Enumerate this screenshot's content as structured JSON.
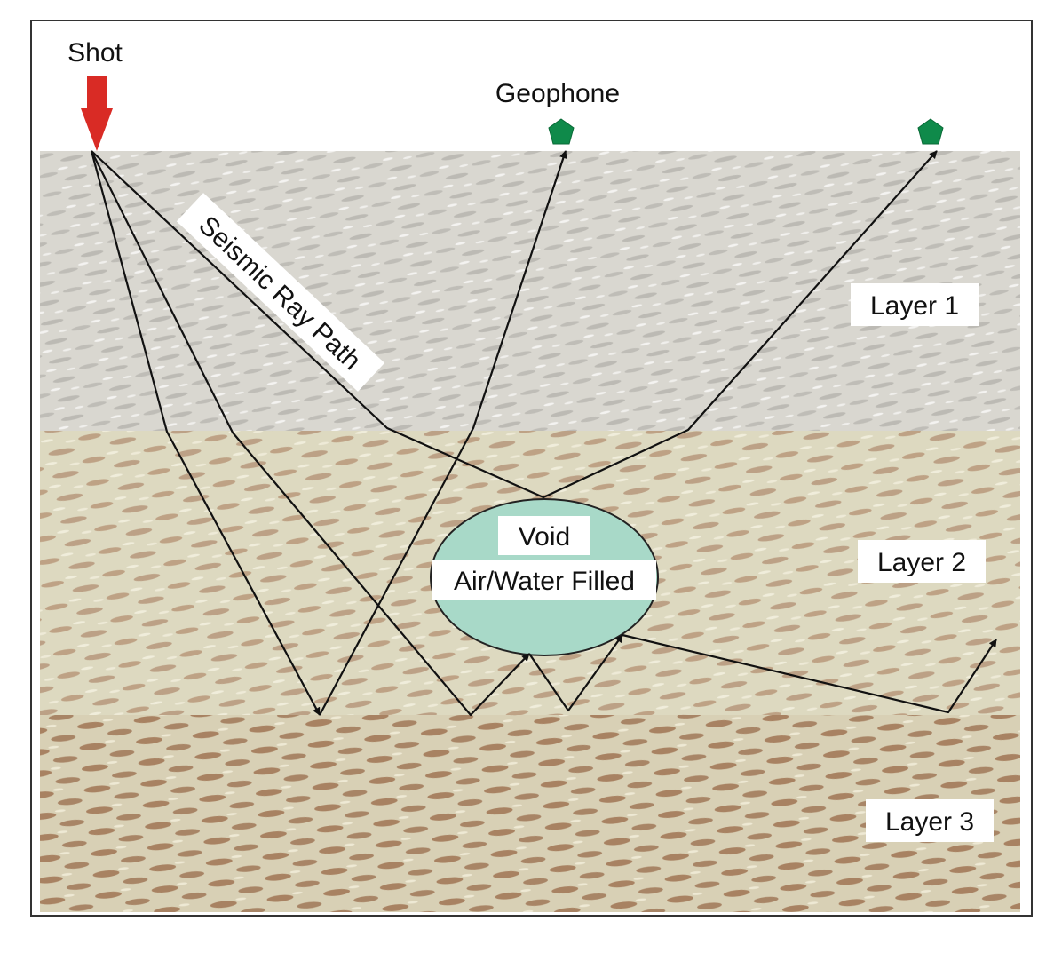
{
  "labels": {
    "shot": "Shot",
    "geophone": "Geophone",
    "ray_path": "Seismic Ray Path",
    "void_line1": "Void",
    "void_line2": "Air/Water Filled",
    "layer1": "Layer 1",
    "layer2": "Layer 2",
    "layer3": "Layer 3"
  },
  "colors": {
    "shot_arrow": "#d92b25",
    "geophone": "#0f8a4a",
    "void_fill": "#a8d9c8",
    "layer1": "#d8d6cf",
    "layer2": "#ddd8bf",
    "layer3": "#d9d2b8",
    "mottle": "#9a6a4e",
    "ray": "#111111"
  },
  "icons": [
    "shot-arrow-icon",
    "geophone-icon"
  ]
}
